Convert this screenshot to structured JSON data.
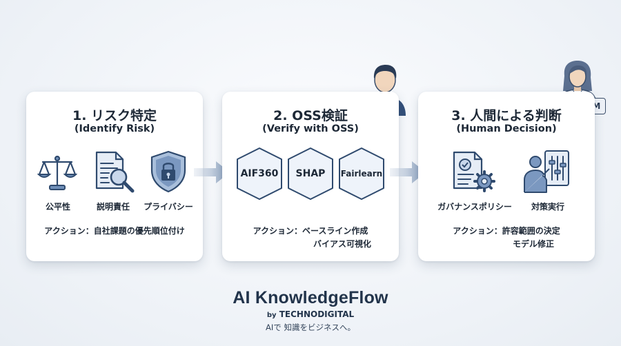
{
  "steps": [
    {
      "title": "1. リスク特定",
      "subtitle": "(Identify Risk)",
      "items": [
        "公平性",
        "説明責任",
        "プライバシー"
      ],
      "action_line1": "アクション：自社課題の優先順位付け",
      "action_line2": ""
    },
    {
      "title": "2. OSS検証",
      "subtitle": "(Verify with OSS)",
      "tools": [
        "AIF360",
        "SHAP",
        "Fairlearn"
      ],
      "action_line1": "アクション：ベースライン作成",
      "action_line2": "バイアス可視化"
    },
    {
      "title": "3. 人間による判断",
      "subtitle": "(Human Decision)",
      "items": [
        "ガバナンスポリシー",
        "対策実行"
      ],
      "action_line1": "アクション：許容範囲の決定",
      "action_line2": "モデル修正",
      "badge": "PM"
    }
  ],
  "brand": {
    "name": "AI KnowledgeFlow",
    "by": "by",
    "company": "TECHNODIGITAL",
    "tagline": "AIで 知識をビジネスへ。"
  },
  "colors": {
    "navy": "#2f4a6e",
    "icon_blue": "#6f8fb8",
    "icon_light": "#e6edf6",
    "arrow": "#8aa0bd"
  },
  "icons": [
    "scales-icon",
    "document-search-icon",
    "shield-lock-icon",
    "policy-document-gear-icon",
    "person-dashboard-icon",
    "businessman-avatar-icon",
    "businesswoman-avatar-icon"
  ]
}
